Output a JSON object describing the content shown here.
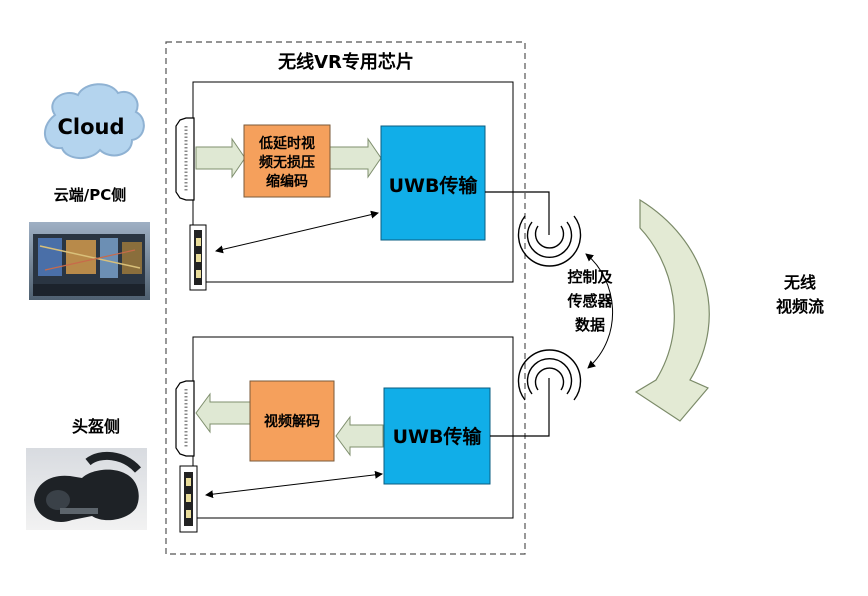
{
  "chip_title": "无线VR专用芯片",
  "cloud_label": "Cloud",
  "pc_side_label": "云端/PC侧",
  "headset_side_label": "头盔侧",
  "encoder": {
    "line1": "低延时视",
    "line2": "频无损压",
    "line3": "缩编码"
  },
  "decoder_label": "视频解码",
  "uwb_top_label": "UWB传输",
  "uwb_bottom_label": "UWB传输",
  "control_data": {
    "line1": "控制及",
    "line2": "传感器",
    "line3": "数据"
  },
  "wireless_stream": {
    "line1": "无线",
    "line2": "视频流"
  },
  "colors": {
    "encoder_fill": "#f5a05c",
    "uwb_fill": "#11aee8",
    "cloud_fill": "#b4d4ee",
    "arrow_fill": "#dfe8d3",
    "big_arrow_fill": "#e3ead4"
  },
  "icons": [
    "cloud-icon",
    "hdmi-port-icon",
    "usb-port-icon",
    "antenna-icon",
    "server-photo",
    "vr-headset-photo"
  ]
}
